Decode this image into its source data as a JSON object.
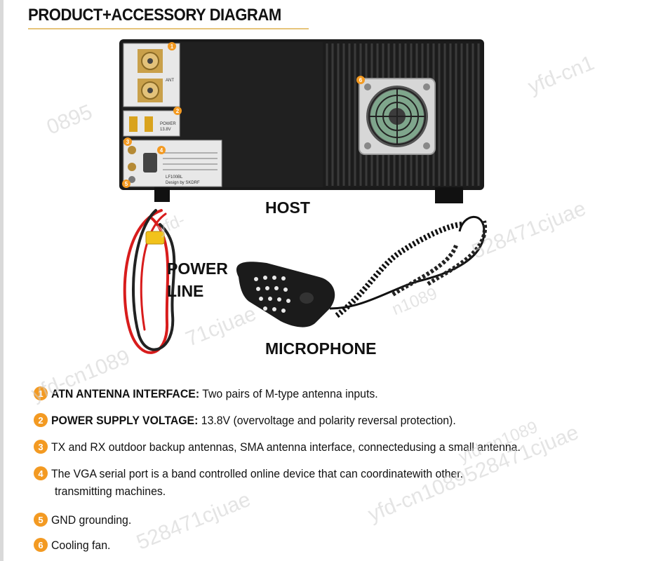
{
  "title": "PRODUCT+ACCESSORY DIAGRAM",
  "labels": {
    "host": "HOST",
    "power_line_1": "POWER",
    "power_line_2": "LINE",
    "microphone": "MICROPHONE"
  },
  "panel": {
    "ant_label": "ANT",
    "power_label": "POWER",
    "power_voltage": "13.8V",
    "model": "LF100BL",
    "design": "Design by SKDRF",
    "callout_numbers": [
      "1",
      "2",
      "3",
      "4",
      "5",
      "6"
    ]
  },
  "items": [
    {
      "num": "1",
      "bold": "ATN ANTENNA INTERFACE:",
      "text": " Two pairs of M-type antenna inputs."
    },
    {
      "num": "2",
      "bold": "POWER SUPPLY VOLTAGE:",
      "text": " 13.8V (overvoltage and polarity reversal protection)."
    },
    {
      "num": "3",
      "bold": "",
      "text": "TX and RX outdoor backup antennas, SMA antenna interface, connectedusing a small antenna."
    },
    {
      "num": "4",
      "bold": "",
      "text": "The VGA serial port is a band controlled online device that can coordinatewith other.",
      "cont": "transmitting machines."
    },
    {
      "num": "5",
      "bold": "",
      "text": "GND grounding."
    },
    {
      "num": "6",
      "bold": "",
      "text": "Cooling fan."
    }
  ],
  "watermarks": [
    "0895",
    "yfd-cn1",
    "yfd-",
    "528471cjuae",
    "yfd-cn1089",
    "71cjuae",
    "yfd-cn1089528471cjuae",
    "n1089",
    "528471cjuae",
    "yfd-cn1089"
  ],
  "colors": {
    "badge": "#f39a22",
    "title_rule": "#e6c47a",
    "body": "#111111",
    "watermark": "#cfcfcf"
  }
}
